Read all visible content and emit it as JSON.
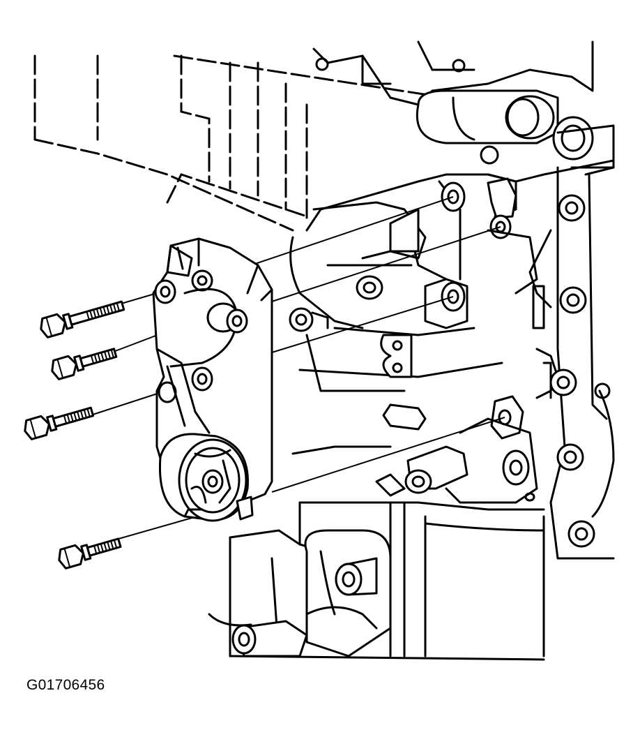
{
  "figure": {
    "id": "G01706456"
  },
  "parts": {
    "bolts": [
      {
        "name": "bolt-1"
      },
      {
        "name": "bolt-2"
      },
      {
        "name": "bolt-3"
      },
      {
        "name": "bolt-4"
      }
    ],
    "bracket": {
      "name": "bracket"
    },
    "tensioner": {
      "name": "tensioner-pulley"
    },
    "engine": {
      "name": "engine-block"
    }
  }
}
